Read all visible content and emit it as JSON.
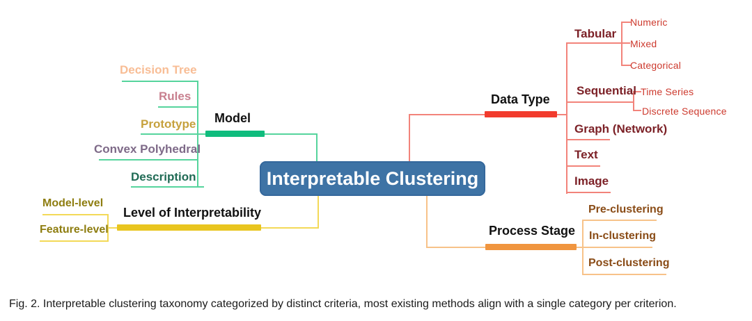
{
  "figure": {
    "caption": "Fig. 2. Interpretable clustering taxonomy categorized by distinct criteria, most existing methods align with a single category per criterion."
  },
  "root": {
    "label": "Interpretable Clustering"
  },
  "branches": {
    "model": {
      "label": "Model",
      "children": [
        "Decision Tree",
        "Rules",
        "Prototype",
        "Convex Polyhedral",
        "Description"
      ]
    },
    "level": {
      "label": "Level of Interpretability",
      "children": [
        "Model-level",
        "Feature-level"
      ]
    },
    "data_type": {
      "label": "Data Type",
      "children": [
        {
          "label": "Tabular",
          "children": [
            "Numeric",
            "Mixed",
            "Categorical"
          ]
        },
        {
          "label": "Sequential",
          "children": [
            "Time Series",
            "Discrete Sequence"
          ]
        },
        {
          "label": "Graph (Network)"
        },
        {
          "label": "Text"
        },
        {
          "label": "Image"
        }
      ]
    },
    "process_stage": {
      "label": "Process Stage",
      "children": [
        "Pre-clustering",
        "In-clustering",
        "Post-clustering"
      ]
    }
  },
  "colors": {
    "root_box": "#3e73a5",
    "root_text": "#ffffff",
    "model_accent": "#0fbc7d",
    "model_line": "#55d49c",
    "level_accent": "#e9c51f",
    "level_line": "#f3d957",
    "data_type_accent": "#f23b2d",
    "data_type_line": "#f2837a",
    "process_accent": "#f0953f",
    "process_line": "#f7c289",
    "model_child_colors": [
      "#f8bd95",
      "#c8808f",
      "#c6a13d",
      "#7e6a88",
      "#206b55"
    ],
    "level_child_color": "#8e7d10",
    "data_type_child_color": "#7c2127",
    "data_type_leaf_color": "#cd3a2e",
    "process_child_color": "#8a4c17"
  }
}
